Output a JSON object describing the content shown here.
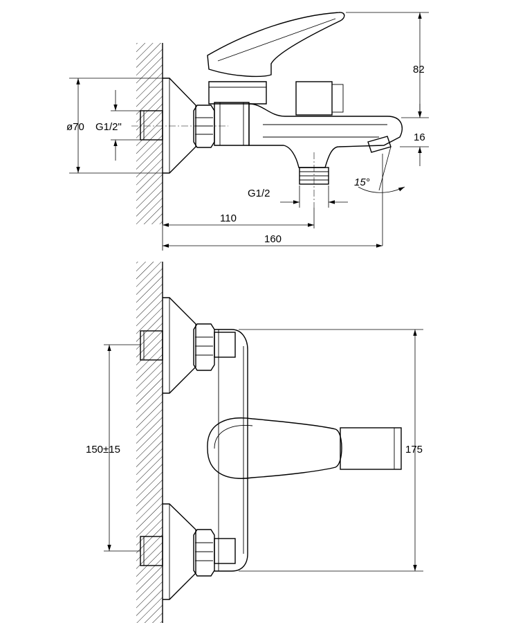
{
  "labels": {
    "top_height": "82",
    "spout_drop": "16",
    "flange_diameter": "ø70",
    "inlet_thread": "G1/2\"",
    "outlet_thread": "G1/2",
    "spout_angle": "15°",
    "outlet_distance": "110",
    "total_depth": "160",
    "centers_distance": "150±15",
    "total_width": "175"
  }
}
